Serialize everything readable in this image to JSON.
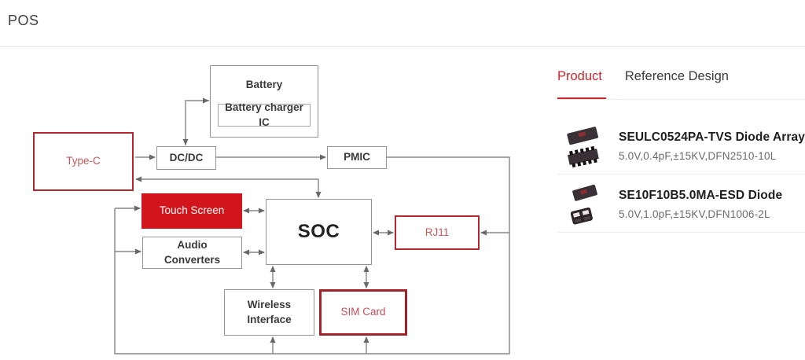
{
  "page": {
    "title": "POS"
  },
  "diagram": {
    "battery": "Battery",
    "battery_charger_ic": "Battery charger IC",
    "dc_dc": "DC/DC",
    "pmic": "PMIC",
    "type_c": "Type-C",
    "touch_screen": "Touch Screen",
    "audio_converters": "Audio Converters",
    "soc": "SOC",
    "rj11": "RJ11",
    "wireless_interface": "Wireless Interface",
    "sim_card": "SIM Card"
  },
  "panel": {
    "tabs": [
      {
        "label": "Product"
      },
      {
        "label": "Reference Design"
      }
    ],
    "active_tab": "Product",
    "products": [
      {
        "name": "SEULC0524PA-TVS Diode Array",
        "specs": "5.0V,0.4pF,±15KV,DFN2510-10L",
        "image": "tvs-diode-array-chip"
      },
      {
        "name": "SE10F10B5.0MA-ESD Diode",
        "specs": "5.0V,1.0pF,±15KV,DFN1006-2L",
        "image": "esd-diode-chip"
      }
    ]
  },
  "colors": {
    "accent_red": "#c9252d",
    "diagram_red_border": "#b1282e",
    "touch_screen_fill": "#d2151c",
    "line_gray": "#878787"
  }
}
